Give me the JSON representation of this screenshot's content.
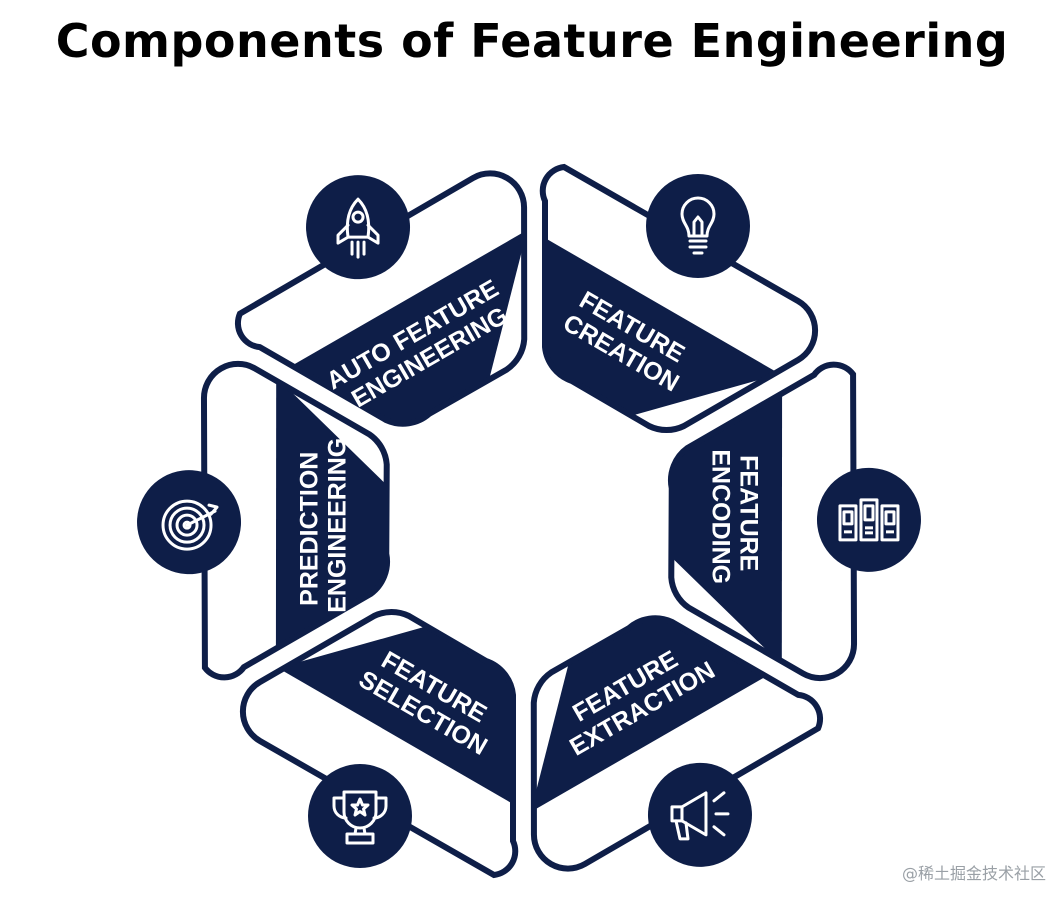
{
  "title": "Components of Feature Engineering",
  "colors": {
    "navy": "#0e1e48",
    "background": "#ffffff"
  },
  "segments": [
    {
      "line1": "FEATURE",
      "line2": "CREATION",
      "icon": "lightbulb-icon"
    },
    {
      "line1": "FEATURE",
      "line2": "ENCODING",
      "icon": "columns-icon"
    },
    {
      "line1": "FEATURE",
      "line2": "EXTRACTION",
      "icon": "megaphone-icon"
    },
    {
      "line1": "FEATURE",
      "line2": "SELECTION",
      "icon": "trophy-icon"
    },
    {
      "line1": "PREDICTION",
      "line2": "ENGINEERING",
      "icon": "target-icon"
    },
    {
      "line1": "AUTO FEATURE",
      "line2": "ENGINEERING",
      "icon": "rocket-icon"
    }
  ],
  "watermark": "@稀土掘金技术社区"
}
